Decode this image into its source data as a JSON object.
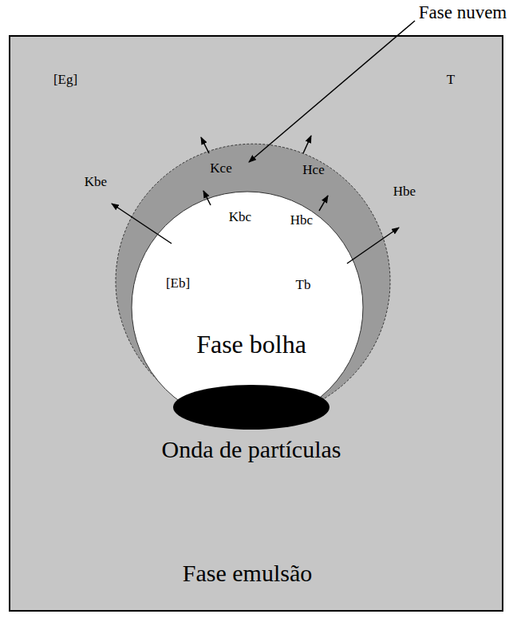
{
  "diagram": {
    "nodes": [
      {
        "text": [
          "[Eg]",
          "T",
          "Fase emulsão"
        ]
      },
      {
        "text": [
          "Fase nuvem"
        ],
        "in": 0
      },
      {
        "text": [
          "[Eb]",
          "Tb",
          "Fase bolha"
        ],
        "in": 1
      },
      {
        "text": [
          "Onda de partículas"
        ],
        "in": 0
      }
    ],
    "labels": [
      "Kce",
      "Hce",
      "Kbe",
      "Hbe",
      "Kbc",
      "Hbc"
    ]
  }
}
